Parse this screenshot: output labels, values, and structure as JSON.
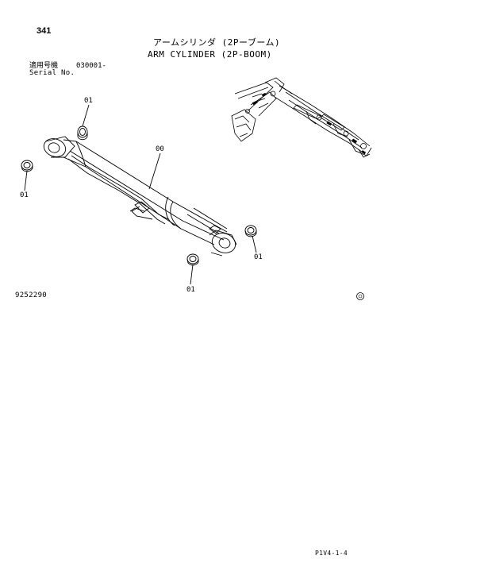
{
  "header": {
    "page_number": "341",
    "title_jp": "アームシリンダ (2Pーブーム)",
    "title_en": "ARM CYLINDER (2P-BOOM)",
    "serial_label_jp": "適用号機",
    "serial_value": "030001-",
    "serial_label_en": "Serial No."
  },
  "callouts": {
    "top_left_01": "01",
    "left_01": "01",
    "center_00": "00",
    "right_01": "01",
    "bottom_01": "01"
  },
  "footer": {
    "drawing_number": "9252290",
    "page_code": "P1V4-1-4"
  },
  "icons": [
    "cylinder-drawing",
    "excavator-arm-thumbnail",
    "sheet-mark-icon"
  ]
}
